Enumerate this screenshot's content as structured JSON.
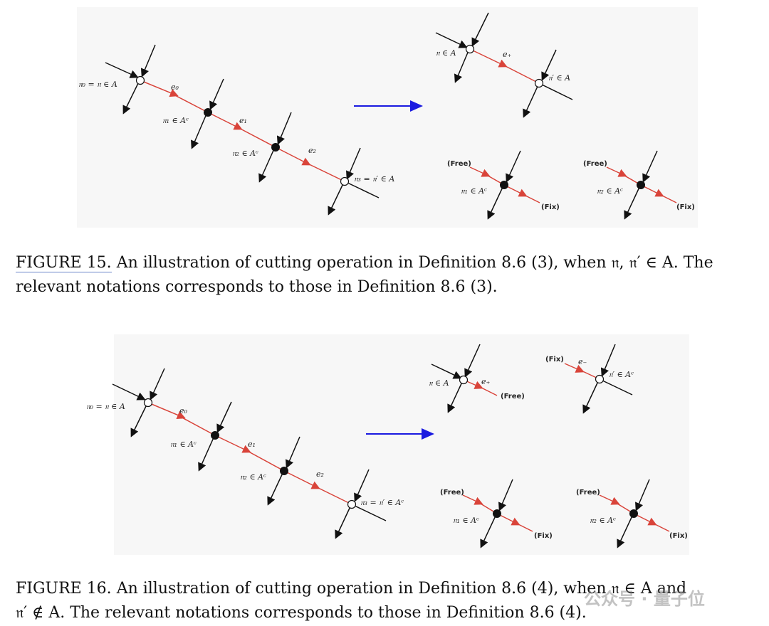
{
  "figures": [
    {
      "number": "FIGURE 15.",
      "caption_before_number": "",
      "caption_line1": "An illustration of cutting operation in Definition 8.6 (3), when 𝔫, 𝔫′ ∈ A. The",
      "caption_line2": "relevant notations corresponds to those in Definition 8.6 (3).",
      "labels": {
        "n0": "𝔫₀ = 𝔫 ∈ A",
        "n1": "𝔫₁ ∈ Aᶜ",
        "n2": "𝔫₂ ∈ Aᶜ",
        "n3": "𝔫₃ = 𝔫′ ∈ A",
        "e0": "e₀",
        "e1": "e₁",
        "e2": "e₂",
        "top_left": "𝔫 ∈ A",
        "top_edge": "e₊",
        "top_right": "𝔫′ ∈ A",
        "free1": "(Free)",
        "fix1": "(Fix)",
        "node1": "𝔫₁ ∈ Aᶜ",
        "free2": "(Free)",
        "fix2": "(Fix)",
        "node2": "𝔫₂ ∈ Aᶜ"
      }
    },
    {
      "number": "FIGURE 16.",
      "caption_line1": "An illustration of cutting operation in Definition 8.6 (4), when 𝔫 ∈ A and",
      "caption_line2": "𝔫′ ∉ A. The relevant notations corresponds to those in Definition 8.6 (4).",
      "labels": {
        "n0": "𝔫₀ = 𝔫 ∈ A",
        "n1": "𝔫₁ ∈ Aᶜ",
        "n2": "𝔫₂ ∈ Aᶜ",
        "n3": "𝔫₃ = 𝔫′ ∈ Aᶜ",
        "e0": "e₀",
        "e1": "e₁",
        "e2": "e₂",
        "topA_left": "𝔫 ∈ A",
        "topA_edge": "e₊",
        "topA_free": "(Free)",
        "topB_fix": "(Fix)",
        "topB_edge": "e₋",
        "topB_node": "𝔫′ ∈ Aᶜ",
        "free1": "(Free)",
        "fix1": "(Fix)",
        "node1": "𝔫₁ ∈ Aᶜ",
        "free2": "(Free)",
        "fix2": "(Fix)",
        "node2": "𝔫₂ ∈ Aᶜ"
      }
    }
  ],
  "watermark": "公众号 · 量子位",
  "colors": {
    "edge_red": "#d9443a",
    "arrow_blue": "#1a1ae0",
    "line_black": "#111111"
  }
}
